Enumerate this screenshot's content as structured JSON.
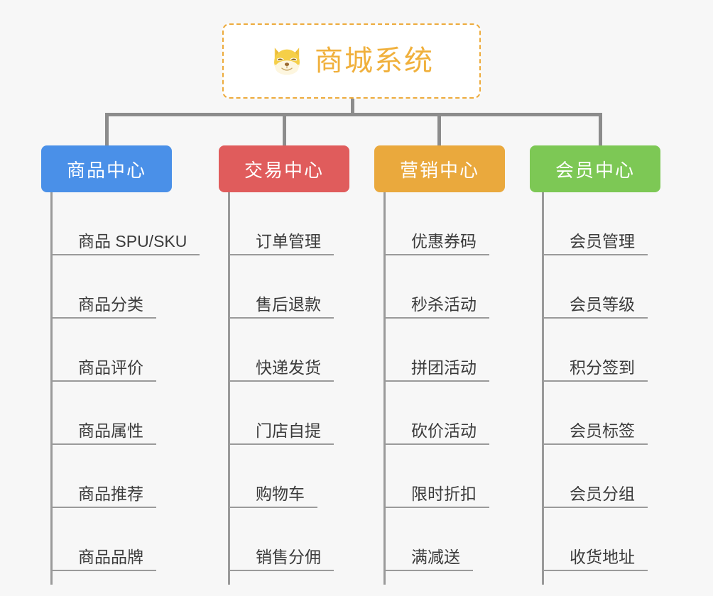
{
  "background_color": "#f7f7f7",
  "root": {
    "title": "商城系统",
    "icon": "shiba-dog-icon",
    "text_color": "#f0b03c",
    "border_color": "#edab3c",
    "background": "#ffffff"
  },
  "connector_color": "#8c8c8c",
  "columns": [
    {
      "header": "商品中心",
      "color": "#4a90e8",
      "items": [
        "商品 SPU/SKU",
        "商品分类",
        "商品评价",
        "商品属性",
        "商品推荐",
        "商品品牌"
      ]
    },
    {
      "header": "交易中心",
      "color": "#e05c5c",
      "items": [
        "订单管理",
        "售后退款",
        "快递发货",
        "门店自提",
        "购物车",
        "销售分佣"
      ]
    },
    {
      "header": "营销中心",
      "color": "#eaa93d",
      "items": [
        "优惠券码",
        "秒杀活动",
        "拼团活动",
        "砍价活动",
        "限时折扣",
        "满减送"
      ]
    },
    {
      "header": "会员中心",
      "color": "#7dc855",
      "items": [
        "会员管理",
        "会员等级",
        "积分签到",
        "会员标签",
        "会员分组",
        "收货地址"
      ]
    }
  ]
}
